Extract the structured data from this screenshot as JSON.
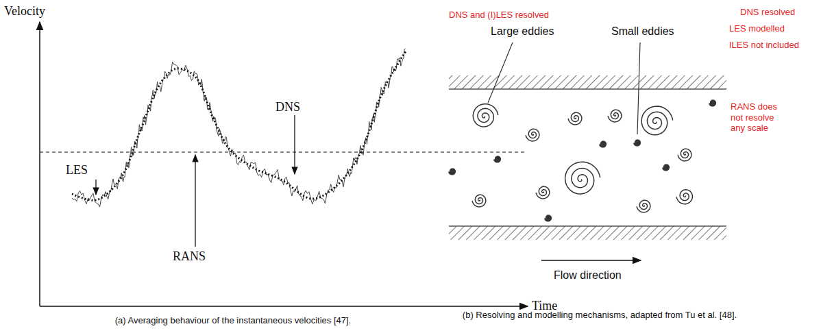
{
  "diagram": {
    "labels": [
      "Velocity",
      "Time",
      "LES",
      "DNS",
      "RANS",
      "(a) Averaging behaviour of the instantaneous velocities [47].",
      "DNS and (I)LES resolved",
      "Large eddies",
      "Small eddies",
      "DNS resolved",
      "LES modelled",
      "ILES not included",
      "RANS does not resolve any scale",
      "Flow direction",
      "(b) Resolving and modelling mechanisms, adapted from Tu et al. [48]."
    ]
  }
}
